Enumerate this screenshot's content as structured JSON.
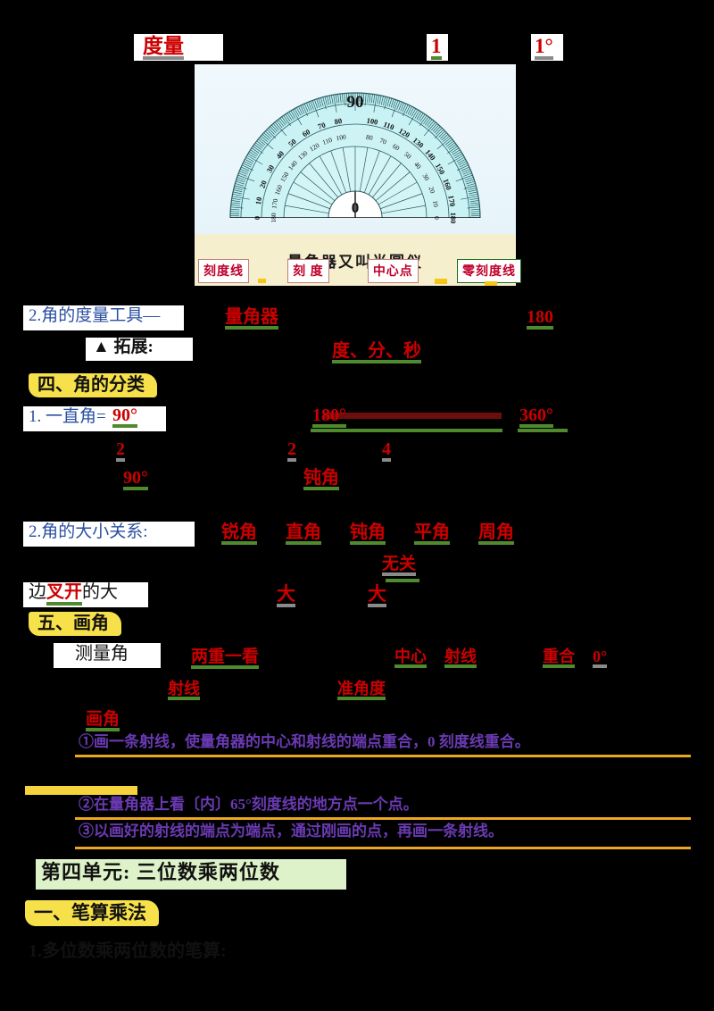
{
  "document": {
    "language": "zh-CN",
    "subject_note": "小学数学复习笔记 — 角的度量与三位数乘两位数",
    "background_color": "#000000"
  },
  "top_row": {
    "item1": "度量",
    "item2": "1",
    "item3": "1°"
  },
  "protractor": {
    "caption": "量角器又叫半圆仪",
    "center_value": "0",
    "apex_value": "90",
    "outer_ticks_left": [
      "0",
      "10",
      "20",
      "30",
      "40",
      "50",
      "60",
      "70",
      "80"
    ],
    "outer_ticks_right": [
      "100",
      "110",
      "120",
      "130",
      "140",
      "150",
      "160",
      "170",
      "180"
    ],
    "inner_ticks_left": [
      "180",
      "170",
      "160",
      "150",
      "140",
      "130",
      "120",
      "110",
      "100"
    ],
    "inner_ticks_right": [
      "80",
      "70",
      "60",
      "50",
      "40",
      "30",
      "20",
      "10",
      "0"
    ],
    "labels": [
      {
        "text": "刻度线",
        "style": "red-box"
      },
      {
        "text": "刻 度",
        "style": "red-box"
      },
      {
        "text": "中心点",
        "style": "red-box"
      },
      {
        "text": "零刻度线",
        "style": "green-box"
      }
    ]
  },
  "section_measure_tool": {
    "heading": "2.角的度量工具—",
    "answer_tool": "量角器",
    "answer_value": "180",
    "extend_marker": "▲ 拓展:",
    "extend_answer": "度、分、秒"
  },
  "section_classification": {
    "title": "四、角的分类",
    "line1_label": "1. 一直角=",
    "line1_value": "90°",
    "line1_mid_value": "180°",
    "line1_right_value": "360°",
    "line2_value_a": "2",
    "line2_value_b": "2",
    "line2_value_c": "4",
    "line3_value_a": "90°",
    "line3_value_b": "钝角"
  },
  "section_size_relation": {
    "heading": "2.角的大小关系:",
    "terms": [
      "锐角",
      "直角",
      "钝角",
      "平角",
      "周角"
    ],
    "sub_term": "无关",
    "line_prefix": "边",
    "line_emph": "叉开",
    "line_suffix": "的大",
    "big_a": "大",
    "big_b": "大"
  },
  "section_draw_angle": {
    "title": "五、画角",
    "measure_label": "测量角",
    "terms": [
      "两重一看",
      "中心",
      "射线",
      "重合",
      "0°"
    ],
    "terms2": [
      "射线",
      "准角度"
    ],
    "topic": "画角",
    "steps": [
      "①画一条射线，使量角器的中心和射线的端点重合，0 刻度线重合。",
      "②在量角器上看〔内〕65°刻度线的地方点一个点。",
      "③以画好的射线的端点为端点，通过刚画的点，再画一条射线。"
    ]
  },
  "section_unit4": {
    "title": "第四单元: 三位数乘两位数",
    "subtitle": "一、笔算乘法",
    "item1": "1.多位数乘两位数的笔算:"
  },
  "colors": {
    "red": "#cc0000",
    "dark_red": "#8b0000",
    "purple": "#6a3ab2",
    "green_underline": "#4f8a2f",
    "yellow_highlight": "#f7e14a",
    "blue_text": "#2a4fa0",
    "light_green_bg": "#ddf2c8"
  }
}
